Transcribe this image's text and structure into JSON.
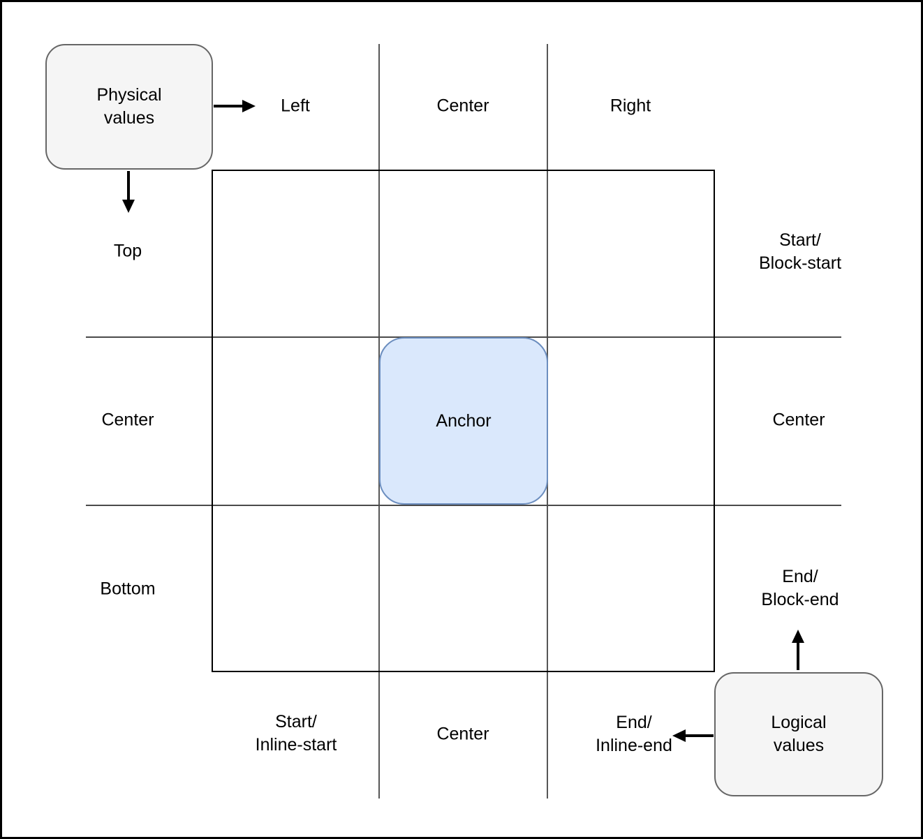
{
  "colors": {
    "anchor_fill": "#dae8fc",
    "anchor_stroke": "#6c8ebf",
    "legend_fill": "#f5f5f5",
    "legend_stroke": "#666666",
    "grid_line": "#565656",
    "square_stroke": "#000000",
    "text": "#000000"
  },
  "nodes": {
    "physical": {
      "label": "Physical\nvalues"
    },
    "anchor": {
      "label": "Anchor"
    },
    "logical": {
      "label": "Logical\nvalues"
    }
  },
  "labels": {
    "top_row": [
      "Left",
      "Center",
      "Right"
    ],
    "left_col": [
      "Top",
      "Center",
      "Bottom"
    ],
    "right_col": [
      "Start/\nBlock-start",
      "Center",
      "End/\nBlock-end"
    ],
    "bottom_row": [
      "Start/\nInline-start",
      "Center",
      "End/\nInline-end"
    ]
  }
}
